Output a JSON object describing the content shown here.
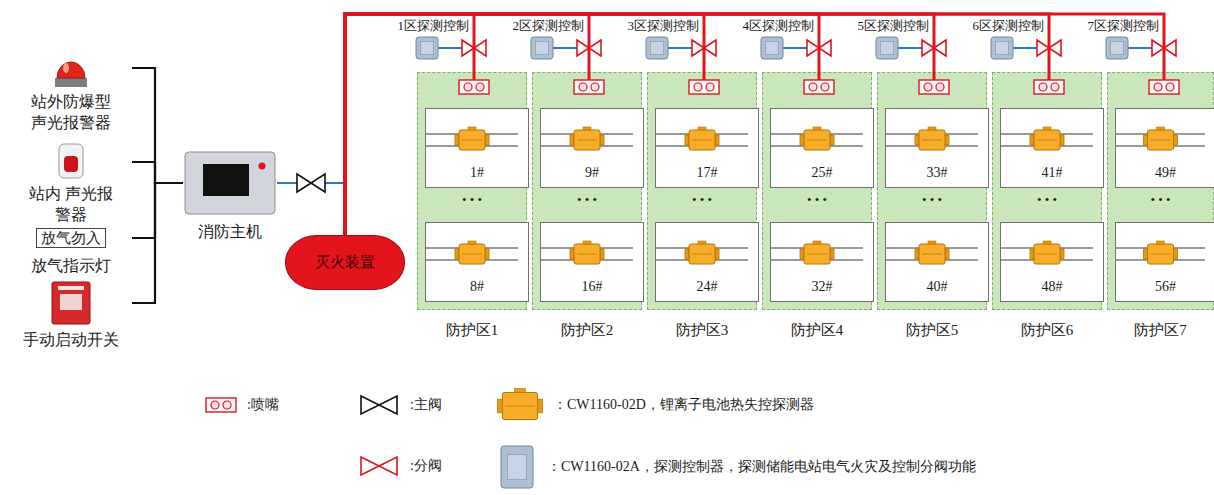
{
  "diagram": {
    "nodes": [
      {
        "text": [
          "站外防爆型 声光报警器"
        ]
      },
      {
        "text": [
          "站内 声光报警器"
        ]
      },
      {
        "text": [
          "放气勿入",
          "放气指示灯"
        ]
      },
      {
        "text": [
          "手动启动开关"
        ]
      },
      {
        "text": [
          "消防主机"
        ]
      },
      {
        "text": [
          "灭火装置"
        ]
      },
      {
        "text": [
          "防护区1",
          "• • •"
        ]
      },
      {
        "text": [
          "1#"
        ],
        "in": 6
      },
      {
        "text": [
          "8#"
        ],
        "in": 6
      },
      {
        "text": [
          "防护区2",
          "• • •"
        ]
      },
      {
        "text": [
          "9#"
        ],
        "in": 9
      },
      {
        "text": [
          "16#"
        ],
        "in": 9
      },
      {
        "text": [
          "防护区3",
          "• • •"
        ]
      },
      {
        "text": [
          "17#"
        ],
        "in": 12
      },
      {
        "text": [
          "24#"
        ],
        "in": 12
      },
      {
        "text": [
          "防护区4",
          "• • •"
        ]
      },
      {
        "text": [
          "25#"
        ],
        "in": 15
      },
      {
        "text": [
          "32#"
        ],
        "in": 15
      },
      {
        "text": [
          "防护区5",
          "• • •"
        ]
      },
      {
        "text": [
          "33#"
        ],
        "in": 18
      },
      {
        "text": [
          "40#"
        ],
        "in": 18
      },
      {
        "text": [
          "防护区6",
          "• • •"
        ]
      },
      {
        "text": [
          "41#"
        ],
        "in": 21
      },
      {
        "text": [
          "48#"
        ],
        "in": 21
      },
      {
        "text": [
          "防护区7",
          "• • •"
        ]
      },
      {
        "text": [
          "49#"
        ],
        "in": 24
      },
      {
        "text": [
          "56#"
        ],
        "in": 24
      }
    ],
    "edges": [
      {
        "from": 0,
        "to": 4,
        "arrow": "none"
      },
      {
        "from": 1,
        "to": 4,
        "arrow": "none"
      },
      {
        "from": 2,
        "to": 4,
        "arrow": "none"
      },
      {
        "from": 3,
        "to": 4,
        "arrow": "none"
      },
      {
        "from": 4,
        "to": 5,
        "arrow": "none"
      },
      {
        "from": 5,
        "to": 6,
        "arrow": "none"
      },
      {
        "from": 5,
        "to": 9,
        "arrow": "none"
      },
      {
        "from": 5,
        "to": 12,
        "arrow": "none"
      },
      {
        "from": 5,
        "to": 15,
        "arrow": "none"
      },
      {
        "from": 5,
        "to": 18,
        "arrow": "none"
      },
      {
        "from": 5,
        "to": 21,
        "arrow": "none"
      },
      {
        "from": 5,
        "to": 24,
        "arrow": "none"
      }
    ],
    "labels": [
      "1区探测控制",
      "2区探测控制",
      "3区探测控制",
      "4区探测控制",
      "5区探测控制",
      "6区探测控制",
      "7区探测控制"
    ],
    "legend": [
      {
        "text": ":喷嘴"
      },
      {
        "text": ":主阀"
      },
      {
        "text": "：CW1160-02D，锂离子电池热失控探测器"
      },
      {
        "text": ":分阀"
      },
      {
        "text": "：CW1160-02A，探测控制器，探测储能电站电气火灾及控制分阀功能"
      }
    ]
  }
}
